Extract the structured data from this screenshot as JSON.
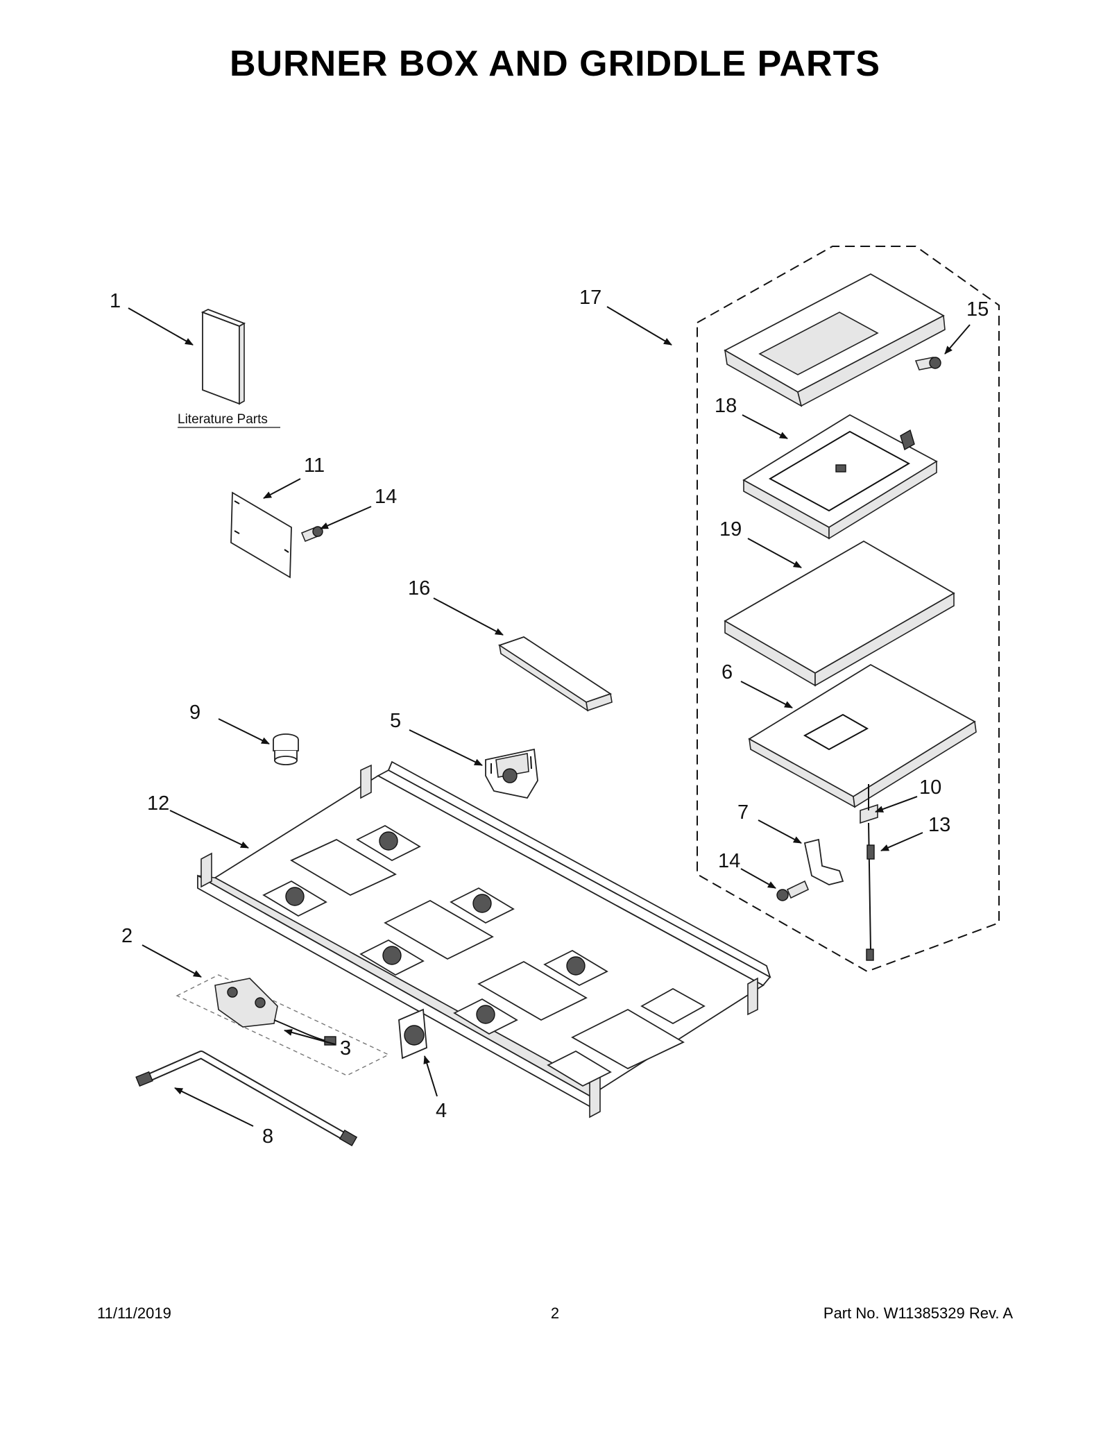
{
  "title": "BURNER BOX AND GRIDDLE PARTS",
  "literature_label": "Literature Parts",
  "callouts": {
    "c1": "1",
    "c2": "2",
    "c3": "3",
    "c4": "4",
    "c5": "5",
    "c6": "6",
    "c7": "7",
    "c8": "8",
    "c9": "9",
    "c10": "10",
    "c11": "11",
    "c12": "12",
    "c13": "13",
    "c14a": "14",
    "c14b": "14",
    "c15": "15",
    "c16": "16",
    "c17": "17",
    "c18": "18",
    "c19": "19"
  },
  "footer": {
    "date": "11/11/2019",
    "page": "2",
    "part_no": "Part No.  W11385329  Rev.  A"
  }
}
